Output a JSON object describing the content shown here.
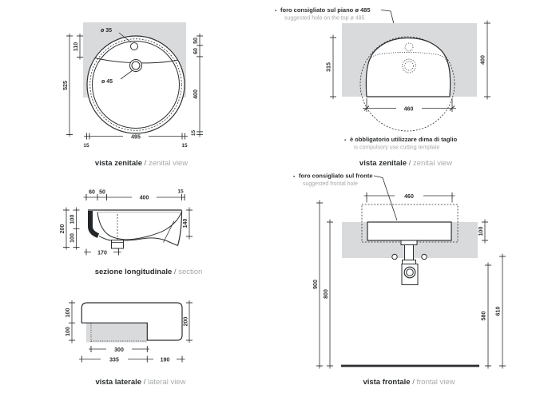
{
  "colors": {
    "line": "#2b2e30",
    "counter_fill": "#d9dadb",
    "text_dark": "#2b2e30",
    "text_gray": "#a6a9ab"
  },
  "bullet": "▪",
  "v1": {
    "title_it": "vista zenitale",
    "title_sep": " / ",
    "title_en": "zenital view",
    "d_hole_top": "ø 35",
    "d_hole_mid": "ø 45",
    "d_110": "110",
    "d_525": "525",
    "d_50": "50",
    "d_60": "60",
    "d_400": "400",
    "d_15r": "15",
    "d_495": "495",
    "d_15bl": "15",
    "d_15br": "15"
  },
  "v2": {
    "note1_it": "foro consigliato sul piano ø 485",
    "note1_en": "suggested hole on the top ø 485",
    "note2_it": "è obbligatorio utilizzare dima di taglio",
    "note2_en": "is compulsory use cutting template",
    "title_it": "vista zenitale",
    "title_sep": " / ",
    "title_en": "zenital view",
    "d_315": "315",
    "d_400": "400",
    "d_460": "460"
  },
  "v3": {
    "title_it": "sezione longitudinale",
    "title_sep": " / ",
    "title_en": "section",
    "d_60": "60",
    "d_50": "50",
    "d_400": "400",
    "d_15": "15",
    "d_200": "200",
    "d_100a": "100",
    "d_100b": "100",
    "d_140": "140",
    "d_170": "170"
  },
  "v4": {
    "title_it": "vista laterale",
    "title_sep": " / ",
    "title_en": "lateral view",
    "d_100a": "100",
    "d_100b": "100",
    "d_200": "200",
    "d_300": "300",
    "d_335": "335",
    "d_190": "190"
  },
  "v5": {
    "note_it": "foro consigliato sul fronte",
    "note_en": "suggested frontal hole",
    "title_it": "vista frontale",
    "title_sep": " / ",
    "title_en": "frontal view",
    "d_460": "460",
    "d_100": "100",
    "d_900": "900",
    "d_800": "800",
    "d_580": "580",
    "d_610": "610"
  }
}
